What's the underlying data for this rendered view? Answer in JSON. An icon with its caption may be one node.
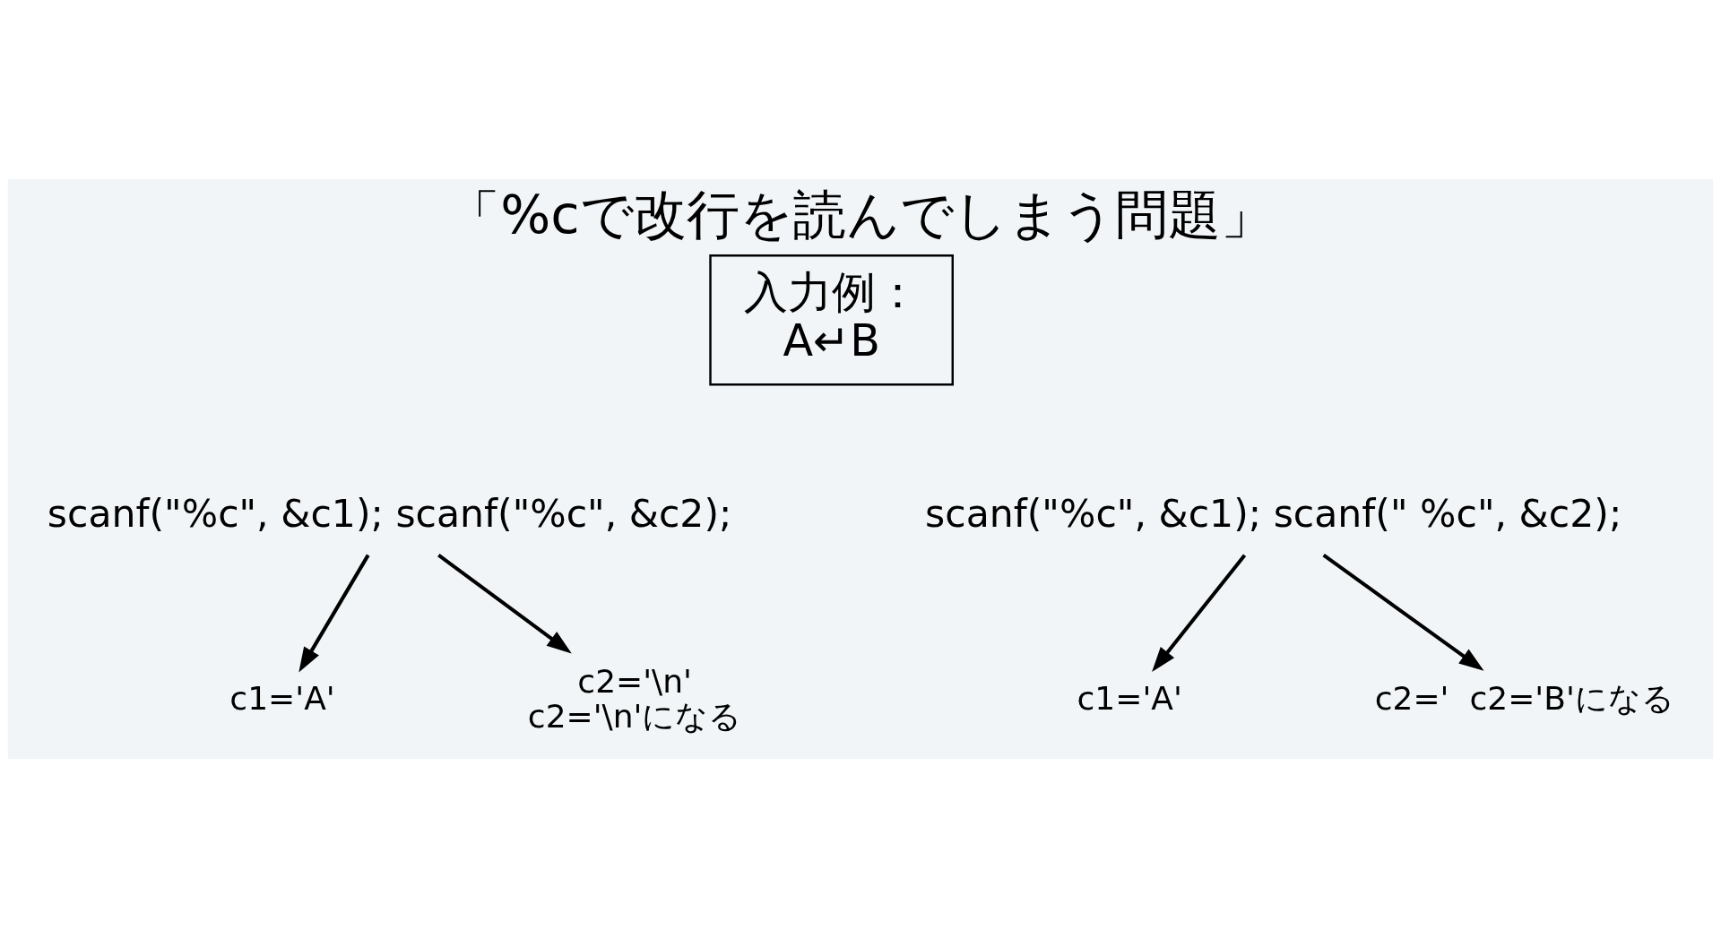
{
  "diagram": {
    "title": "「%cで改行を読んでしまう問題」",
    "nodes": [
      {
        "text": [
          "入力例：",
          "A↵B"
        ]
      },
      {
        "text": [
          "scanf(\"%c\", &c1); scanf(\"%c\", &c2);"
        ]
      },
      {
        "text": [
          "c1='A'"
        ]
      },
      {
        "text": [
          "c2='\\n'",
          "c2='\\n'になる"
        ]
      },
      {
        "text": [
          "scanf(\"%c\", &c1); scanf(\" %c\", &c2);"
        ]
      },
      {
        "text": [
          "c1='A'"
        ]
      },
      {
        "text": [
          "c2='  c2='B'になる"
        ]
      }
    ],
    "edges": [
      {
        "from": 1,
        "to": 2,
        "arrow": "to"
      },
      {
        "from": 1,
        "to": 3,
        "arrow": "to"
      },
      {
        "from": 4,
        "to": 5,
        "arrow": "to"
      },
      {
        "from": 4,
        "to": 6,
        "arrow": "to"
      }
    ]
  }
}
